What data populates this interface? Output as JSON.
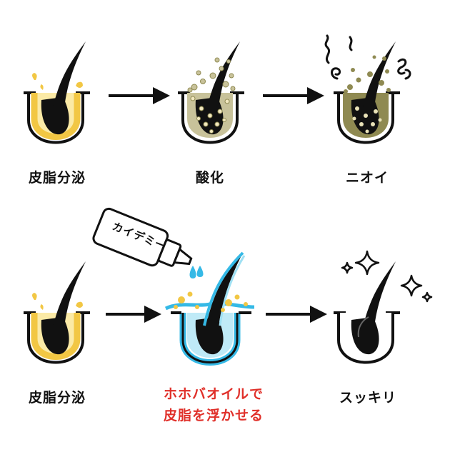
{
  "colors": {
    "ink": "#111111",
    "sebum": "#f2c744",
    "sebum_fill": "#fbeaa6",
    "oxidized": "#8f8a52",
    "oxidized_fill": "#c8c29a",
    "water": "#35b9e6",
    "water_fill": "#bfeaf7",
    "accent_red": "#e0302a"
  },
  "rows": [
    {
      "steps": [
        {
          "label": "皮脂分泌",
          "icon": "follicle-sebum-icon"
        },
        {
          "label": "酸化",
          "icon": "follicle-oxidized-icon"
        },
        {
          "label": "ニオイ",
          "icon": "follicle-odor-icon"
        }
      ]
    },
    {
      "steps": [
        {
          "label": "皮脂分泌",
          "icon": "follicle-sebum-icon"
        },
        {
          "label_line1": "ホホバオイルで",
          "label_line2": "皮脂を浮かせる",
          "icon": "follicle-oil-icon"
        },
        {
          "label": "スッキリ",
          "icon": "follicle-clean-icon"
        }
      ]
    }
  ],
  "bottle": {
    "label": "カイデミー",
    "icon": "oil-bottle-icon"
  },
  "arrow_icon": "right-arrow-icon",
  "sparkle_icon": "sparkle-icon"
}
